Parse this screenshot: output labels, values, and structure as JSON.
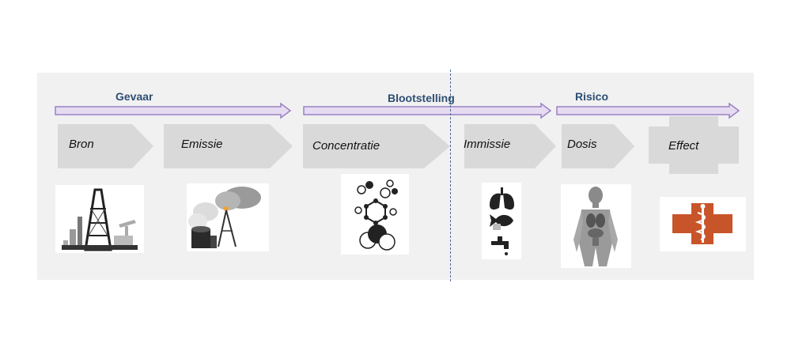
{
  "phases": [
    {
      "label": "Gevaar"
    },
    {
      "label": "Blootstelling"
    },
    {
      "label": "Risico"
    }
  ],
  "steps": [
    {
      "label": "Bron",
      "icon": "oil-rig-icon"
    },
    {
      "label": "Emissie",
      "icon": "smokestack-icon"
    },
    {
      "label": "Concentratie",
      "icon": "molecule-icon"
    },
    {
      "label": "Immissie",
      "icon": "lungs-fish-tap-icon"
    },
    {
      "label": "Dosis",
      "icon": "human-body-icon"
    },
    {
      "label": "Effect",
      "icon": "medical-cross-icon"
    }
  ],
  "colors": {
    "panel": "#f1f1f1",
    "chevron": "#d9d9d9",
    "phase_arrow_fill": "#e6dcf2",
    "phase_arrow_stroke": "#9b80c4",
    "phase_text": "#2d4e73",
    "divider": "#4c6a8f",
    "cross": "#c8552a"
  }
}
